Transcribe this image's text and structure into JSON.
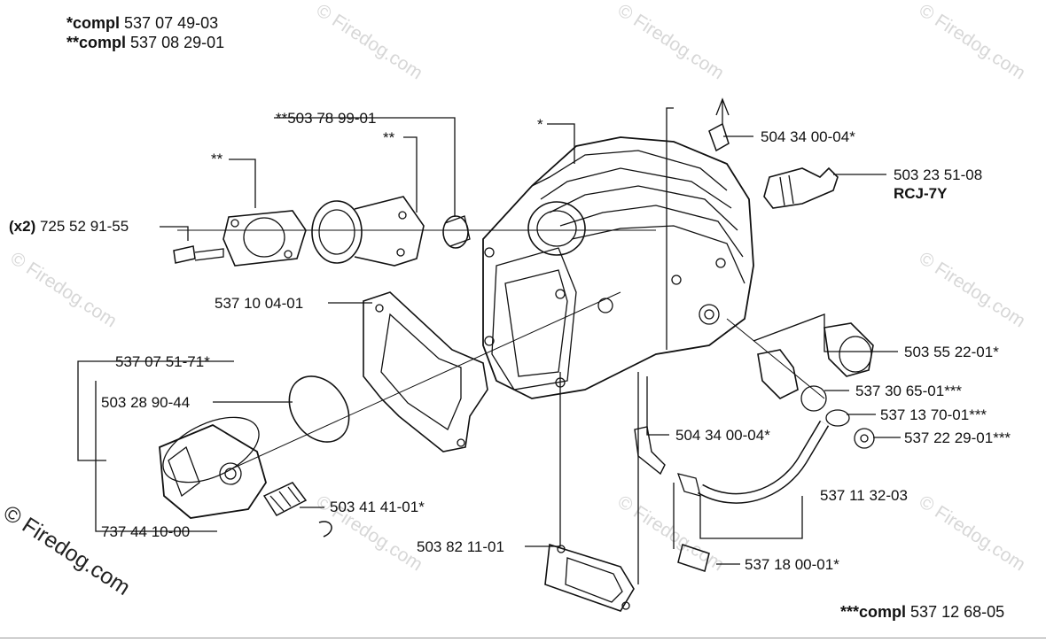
{
  "notes": {
    "compl1": {
      "prefix": "*compl",
      "number": "537 07 49-03"
    },
    "compl2": {
      "prefix": "**compl",
      "number": "537 08 29-01"
    },
    "compl3": {
      "prefix": "***compl",
      "number": "537 12 68-05"
    }
  },
  "parts": {
    "p_50378": "**503 78 99-01",
    "p_star2": "**",
    "p_star2b": "**",
    "p_star1": "*",
    "p_x2_prefix": "(x2)",
    "p_72552": "725 52 91-55",
    "p_53710": "537 10 04-01",
    "p_53707": "537 07 51-71*",
    "p_50328": "503 28 90-44",
    "p_50341": "503 41 41-01*",
    "p_73744": "737 44 10-00",
    "p_50382": "503 82 11-01",
    "p_50434a": "504 34 00-04*",
    "p_50323": "503 23 51-08",
    "p_rcj": "RCJ-7Y",
    "p_50355": "503 55 22-01*",
    "p_53730": "537 30 65-01***",
    "p_53713": "537 13 70-01***",
    "p_53722": "537 22 29-01***",
    "p_50434b": "504 34 00-04*",
    "p_53711": "537 11 32-03",
    "p_53718": "537 18 00-01*"
  },
  "watermark": "© Firedog.com",
  "brand": "© Firedog.com"
}
